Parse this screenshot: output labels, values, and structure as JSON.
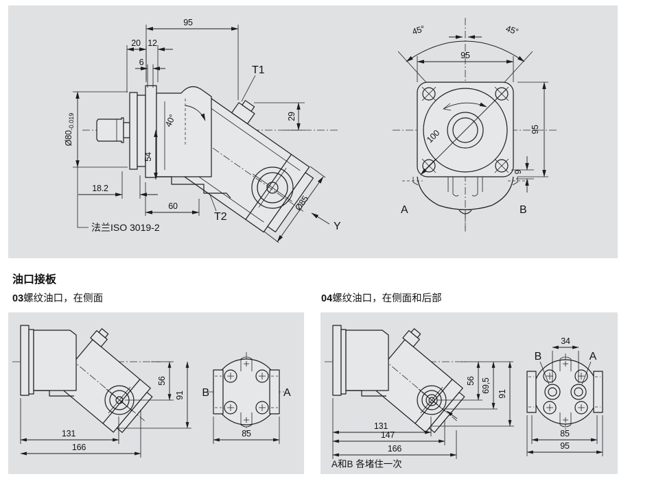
{
  "colors": {
    "background": "#ffffff",
    "panel": "#dfe1e3",
    "line": "#1c1c1e",
    "text": "#111111"
  },
  "section_title": "油口接板",
  "headings": {
    "v03_code": "03",
    "v03_text": "螺纹油口，在侧面",
    "v04_code": "04",
    "v04_text": "螺纹油口，在侧面和后部"
  },
  "top": {
    "side": {
      "d95": "95",
      "d20": "20",
      "d12": "12",
      "d6": "6",
      "t1": "T1",
      "d29": "29",
      "a40": "40°",
      "shaft_dia": "Ø80",
      "shaft_tol": "-0.019",
      "d54": "54",
      "d18_2": "18.2",
      "d60": "60",
      "t2": "T2",
      "flange_note": "法兰ISO 3019-2",
      "dia85": "Ø85",
      "view_y": "Y"
    },
    "front": {
      "a45l": "45°",
      "a45r": "45°",
      "d95w": "95",
      "d95h": "95",
      "d100": "100",
      "d9": "9",
      "a": "A",
      "b": "B"
    }
  },
  "v03": {
    "side": {
      "d56": "56",
      "d91": "91",
      "d131": "131",
      "d166": "166"
    },
    "rear": {
      "b": "B",
      "a": "A",
      "d85": "85"
    }
  },
  "v04": {
    "side": {
      "d56": "56",
      "d69_5": "69,5",
      "d91": "91",
      "d131": "131",
      "d147": "147",
      "d166": "166",
      "note": "A和B 各堵住一次"
    },
    "rear": {
      "d34": "34",
      "b": "B",
      "a": "A",
      "d85": "85",
      "d95": "95"
    }
  }
}
